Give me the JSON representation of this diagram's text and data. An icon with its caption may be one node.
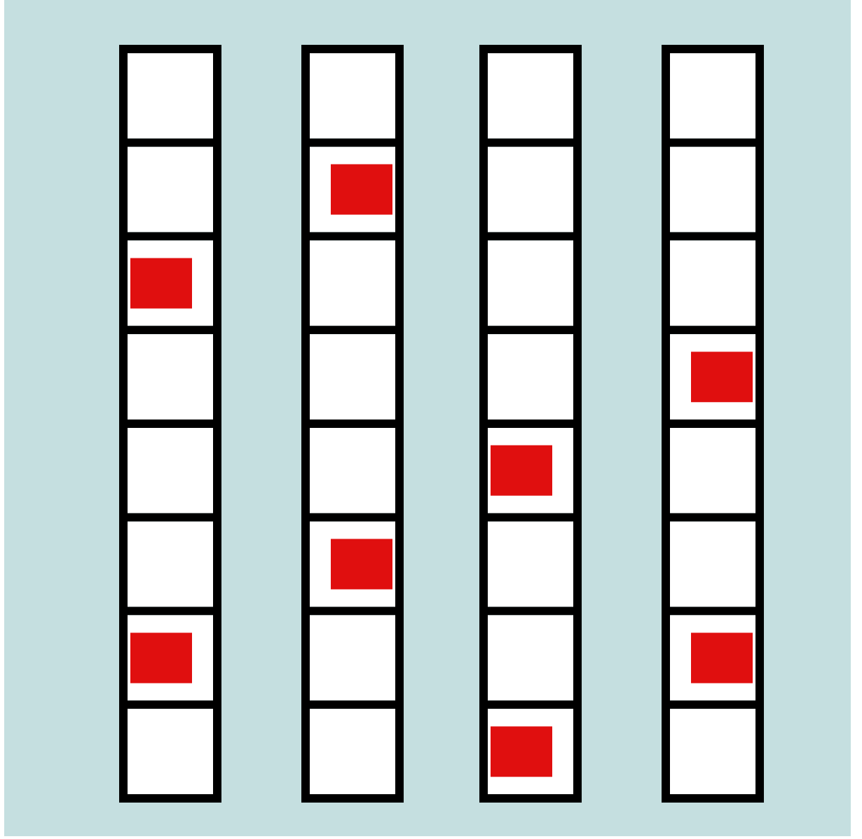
{
  "diagram": {
    "nodes": [
      {
        "text": [],
        "shape": "box"
      },
      {
        "text": [],
        "shape": "box",
        "in": 0
      },
      {
        "text": [],
        "shape": "box",
        "in": 0
      },
      {
        "text": [],
        "shape": "box",
        "in": 0
      },
      {
        "text": [],
        "shape": "box",
        "in": 3
      },
      {
        "text": [],
        "shape": "box",
        "in": 0
      },
      {
        "text": [],
        "shape": "box",
        "in": 0
      },
      {
        "text": [],
        "shape": "box",
        "in": 0
      },
      {
        "text": [],
        "shape": "box",
        "in": 0
      },
      {
        "text": [],
        "shape": "box",
        "in": 8
      },
      {
        "text": [],
        "shape": "box",
        "in": 0
      },
      {
        "text": [],
        "shape": "box"
      },
      {
        "text": [],
        "shape": "box",
        "in": 11
      },
      {
        "text": [],
        "shape": "box",
        "in": 11
      },
      {
        "text": [],
        "shape": "box",
        "in": 13
      },
      {
        "text": [],
        "shape": "box",
        "in": 11
      },
      {
        "text": [],
        "shape": "box",
        "in": 11
      },
      {
        "text": [],
        "shape": "box",
        "in": 11
      },
      {
        "text": [],
        "shape": "box",
        "in": 11
      },
      {
        "text": [],
        "shape": "box",
        "in": 18
      },
      {
        "text": [],
        "shape": "box",
        "in": 11
      },
      {
        "text": [],
        "shape": "box",
        "in": 11
      },
      {
        "text": [],
        "shape": "box"
      },
      {
        "text": [],
        "shape": "box",
        "in": 22
      },
      {
        "text": [],
        "shape": "box",
        "in": 22
      },
      {
        "text": [],
        "shape": "box",
        "in": 22
      },
      {
        "text": [],
        "shape": "box",
        "in": 22
      },
      {
        "text": [],
        "shape": "box",
        "in": 22
      },
      {
        "text": [],
        "shape": "box",
        "in": 27
      },
      {
        "text": [],
        "shape": "box",
        "in": 22
      },
      {
        "text": [],
        "shape": "box",
        "in": 22
      },
      {
        "text": [],
        "shape": "box",
        "in": 22
      },
      {
        "text": [],
        "shape": "box",
        "in": 31
      },
      {
        "text": [],
        "shape": "box"
      },
      {
        "text": [],
        "shape": "box",
        "in": 33
      },
      {
        "text": [],
        "shape": "box",
        "in": 33
      },
      {
        "text": [],
        "shape": "box",
        "in": 33
      },
      {
        "text": [],
        "shape": "box",
        "in": 33
      },
      {
        "text": [],
        "shape": "box",
        "in": 37
      },
      {
        "text": [],
        "shape": "box",
        "in": 33
      },
      {
        "text": [],
        "shape": "box",
        "in": 33
      },
      {
        "text": [],
        "shape": "box",
        "in": 33
      },
      {
        "text": [],
        "shape": "box",
        "in": 41
      },
      {
        "text": [],
        "shape": "box",
        "in": 33
      }
    ]
  }
}
